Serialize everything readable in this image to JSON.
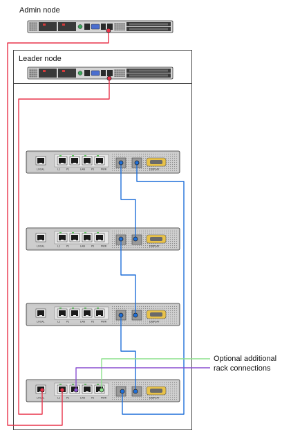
{
  "admin_node": {
    "label": "Admin node"
  },
  "leader_node": {
    "label": "Leader node"
  },
  "annotation": {
    "line1": "Optional additional",
    "line2": "rack connections"
  },
  "switch_port_labels": [
    "LOCAL",
    "L1",
    "P1",
    "LAN",
    "P2",
    "PWR"
  ],
  "display_label": "DISPLAY",
  "switches": [
    {
      "id": 1
    },
    {
      "id": 2
    },
    {
      "id": 3
    },
    {
      "id": 4
    }
  ],
  "colors": {
    "red_cable": "#e8334a",
    "blue_cable": "#1e6fd9",
    "green_cable": "#8be08b",
    "purple_cable": "#8a4fd0",
    "chassis_gray": "#c8c8c8",
    "server_dark": "#3a3a3a"
  }
}
